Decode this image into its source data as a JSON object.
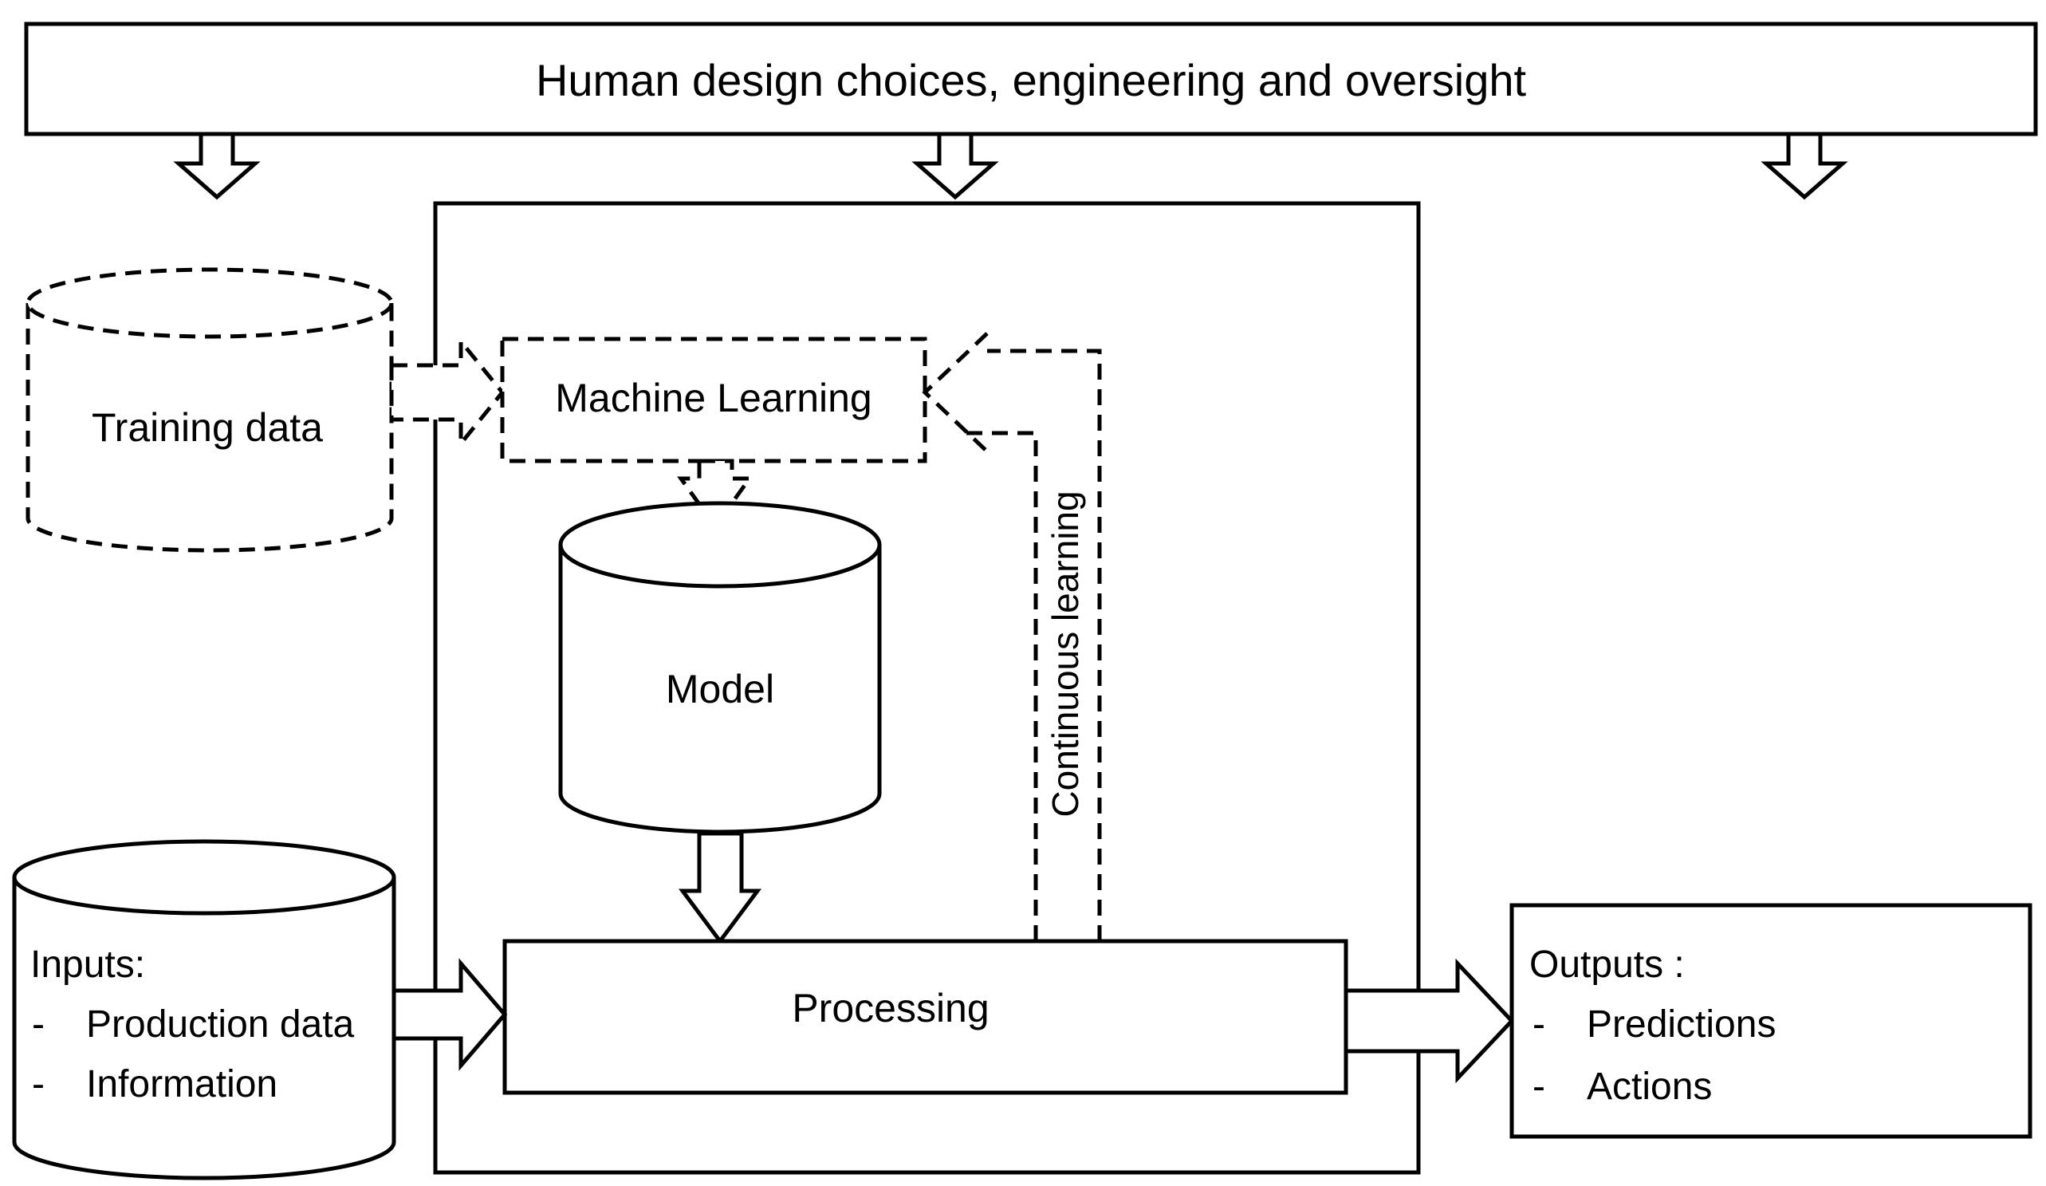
{
  "diagram": {
    "header": {
      "label": "Human design choices, engineering and oversight"
    },
    "training_data": {
      "label": "Training data"
    },
    "machine_learning": {
      "label": "Machine Learning"
    },
    "model": {
      "label": "Model"
    },
    "continuous_learning": {
      "label": "Continuous learning"
    },
    "processing": {
      "label": "Processing"
    },
    "inputs": {
      "title": "Inputs:",
      "items": [
        {
          "bullet": "-",
          "label": "Production data"
        },
        {
          "bullet": "-",
          "label": "Information"
        }
      ]
    },
    "outputs": {
      "title": "Outputs :",
      "items": [
        {
          "bullet": "-",
          "label": "Predictions"
        },
        {
          "bullet": "-",
          "label": "Actions"
        }
      ]
    },
    "colors": {
      "line": "#000000",
      "background": "#ffffff"
    }
  }
}
